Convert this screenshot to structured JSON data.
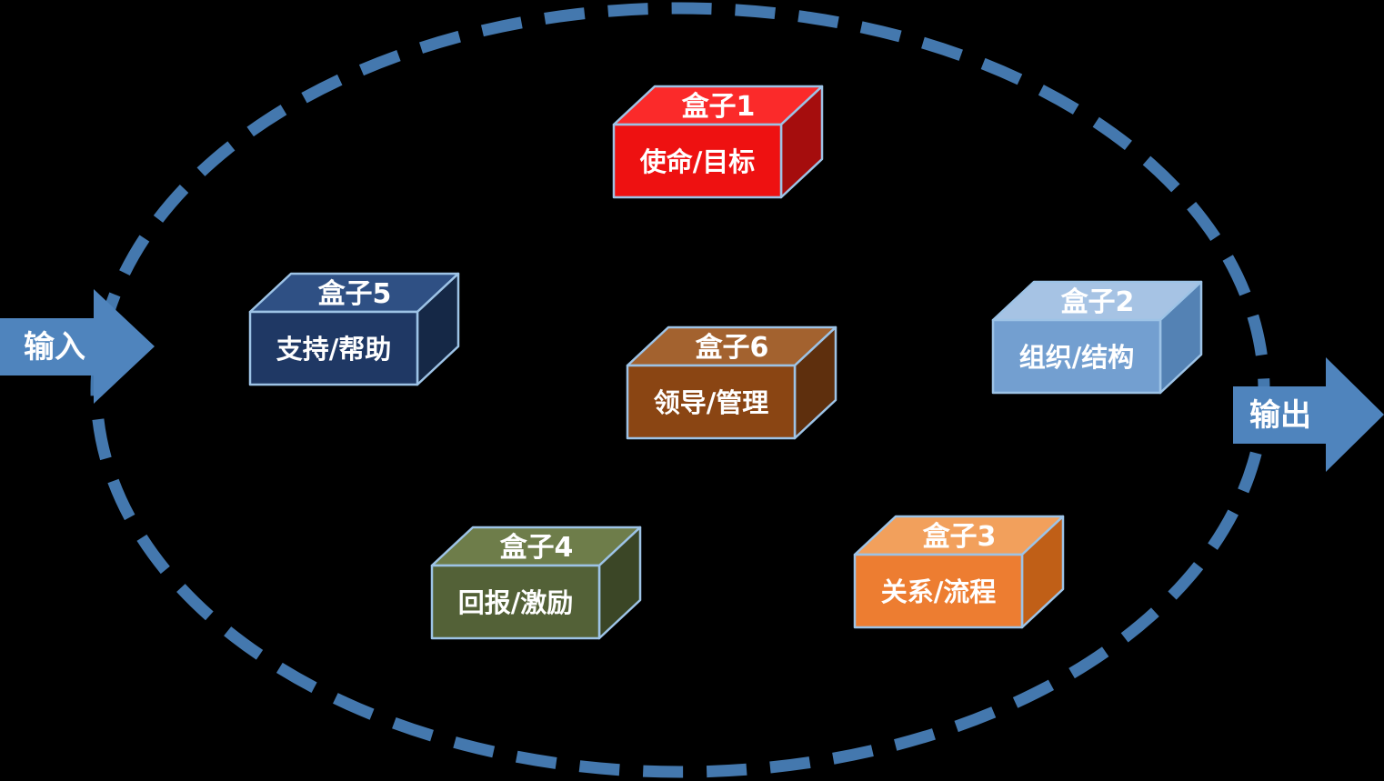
{
  "diagram": {
    "background_color": "#000000",
    "ellipse_color": "#4478ae",
    "box_border_color": "#9dc3e6",
    "text_color": "#ffffff",
    "input_arrow": {
      "label": "输入",
      "color": "#4f84bd"
    },
    "output_arrow": {
      "label": "输出",
      "color": "#4f84bd"
    },
    "boxes": [
      {
        "title": "盒子1",
        "subtitle": "使命/目标",
        "colors": {
          "front": "#ee1111",
          "top": "#fb2a2a",
          "side": "#a50d0d"
        }
      },
      {
        "title": "盒子2",
        "subtitle": "组织/结构",
        "colors": {
          "front": "#739fd0",
          "top": "#a6c3e4",
          "side": "#5482b4"
        }
      },
      {
        "title": "盒子3",
        "subtitle": "关系/流程",
        "colors": {
          "front": "#ed7d31",
          "top": "#f2a05c",
          "side": "#c05f17"
        }
      },
      {
        "title": "盒子4",
        "subtitle": "回报/激励",
        "colors": {
          "front": "#536137",
          "top": "#6e7d4a",
          "side": "#3b4626"
        }
      },
      {
        "title": "盒子5",
        "subtitle": "支持/帮助",
        "colors": {
          "front": "#1f3864",
          "top": "#2f5084",
          "side": "#152846"
        }
      },
      {
        "title": "盒子6",
        "subtitle": "领导/管理",
        "colors": {
          "front": "#8a4513",
          "top": "#a3622f",
          "side": "#5e2f0d"
        }
      }
    ]
  }
}
